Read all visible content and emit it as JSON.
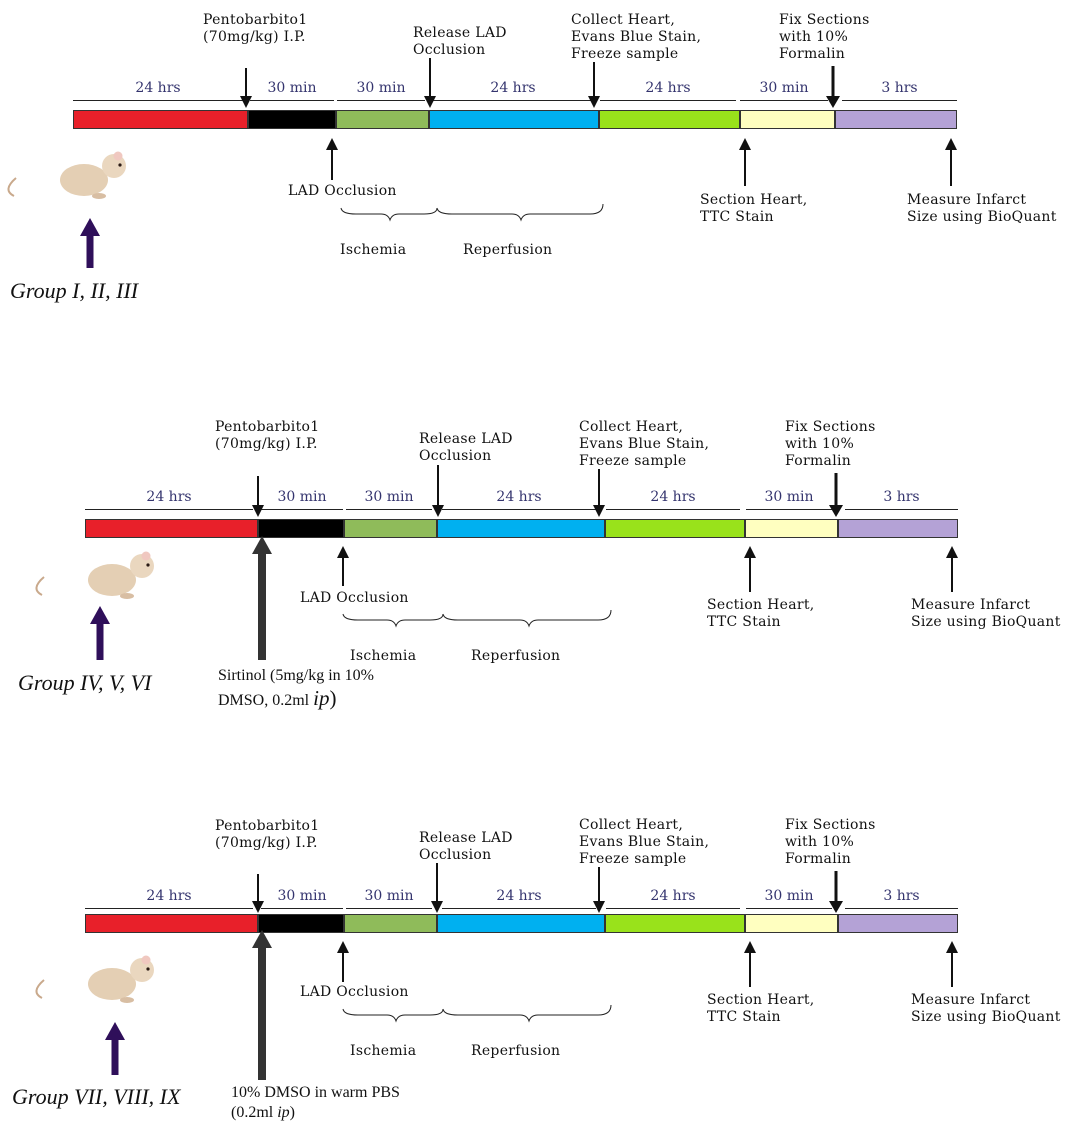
{
  "colors": {
    "seg_red": "#e8202a",
    "seg_black": "#000000",
    "seg_olive": "#8fbb5a",
    "seg_blue": "#00b0f0",
    "seg_lime": "#99e21b",
    "seg_cream": "#ffffc0",
    "seg_lavender": "#b4a2d6",
    "group_arrow": "#2f0f5a"
  },
  "top_labels": {
    "pentobarbital": [
      "Pentobarbito1",
      "(70mg/kg) I.P."
    ],
    "release_lad": [
      "Release LAD",
      "Occlusion"
    ],
    "collect_heart": [
      "Collect Heart,",
      "Evans Blue Stain,",
      "Freeze sample"
    ],
    "fix_sections": [
      "Fix Sections",
      "with 10%",
      "Formalin"
    ]
  },
  "durations": [
    "24 hrs",
    "30 min",
    "30 min",
    "24 hrs",
    "24 hrs",
    "30 min",
    "3 hrs"
  ],
  "bottom_labels": {
    "lad_occlusion": "LAD Occlusion",
    "ischemia": "Ischemia",
    "reperfusion": "Reperfusion",
    "section_heart": [
      "Section Heart,",
      "TTC Stain"
    ],
    "measure_infarct": [
      "Measure Infarct",
      "Size using BioQuant"
    ]
  },
  "rat_icon": "rat-photo",
  "panels": [
    {
      "group": "Group I, II, III"
    },
    {
      "group": "Group IV, V, VI",
      "agent_line1": "Sirtinol (5mg/kg in 10%",
      "agent_line2_prefix": "DMSO, 0.2ml ",
      "agent_ip": "ip",
      "agent_line2_suffix": ")"
    },
    {
      "group": "Group VII, VIII, IX",
      "agent_line1": "10% DMSO in warm PBS",
      "agent_line2_prefix": "(0.2ml ",
      "agent_ip": "ip",
      "agent_line2_suffix": ")"
    }
  ]
}
